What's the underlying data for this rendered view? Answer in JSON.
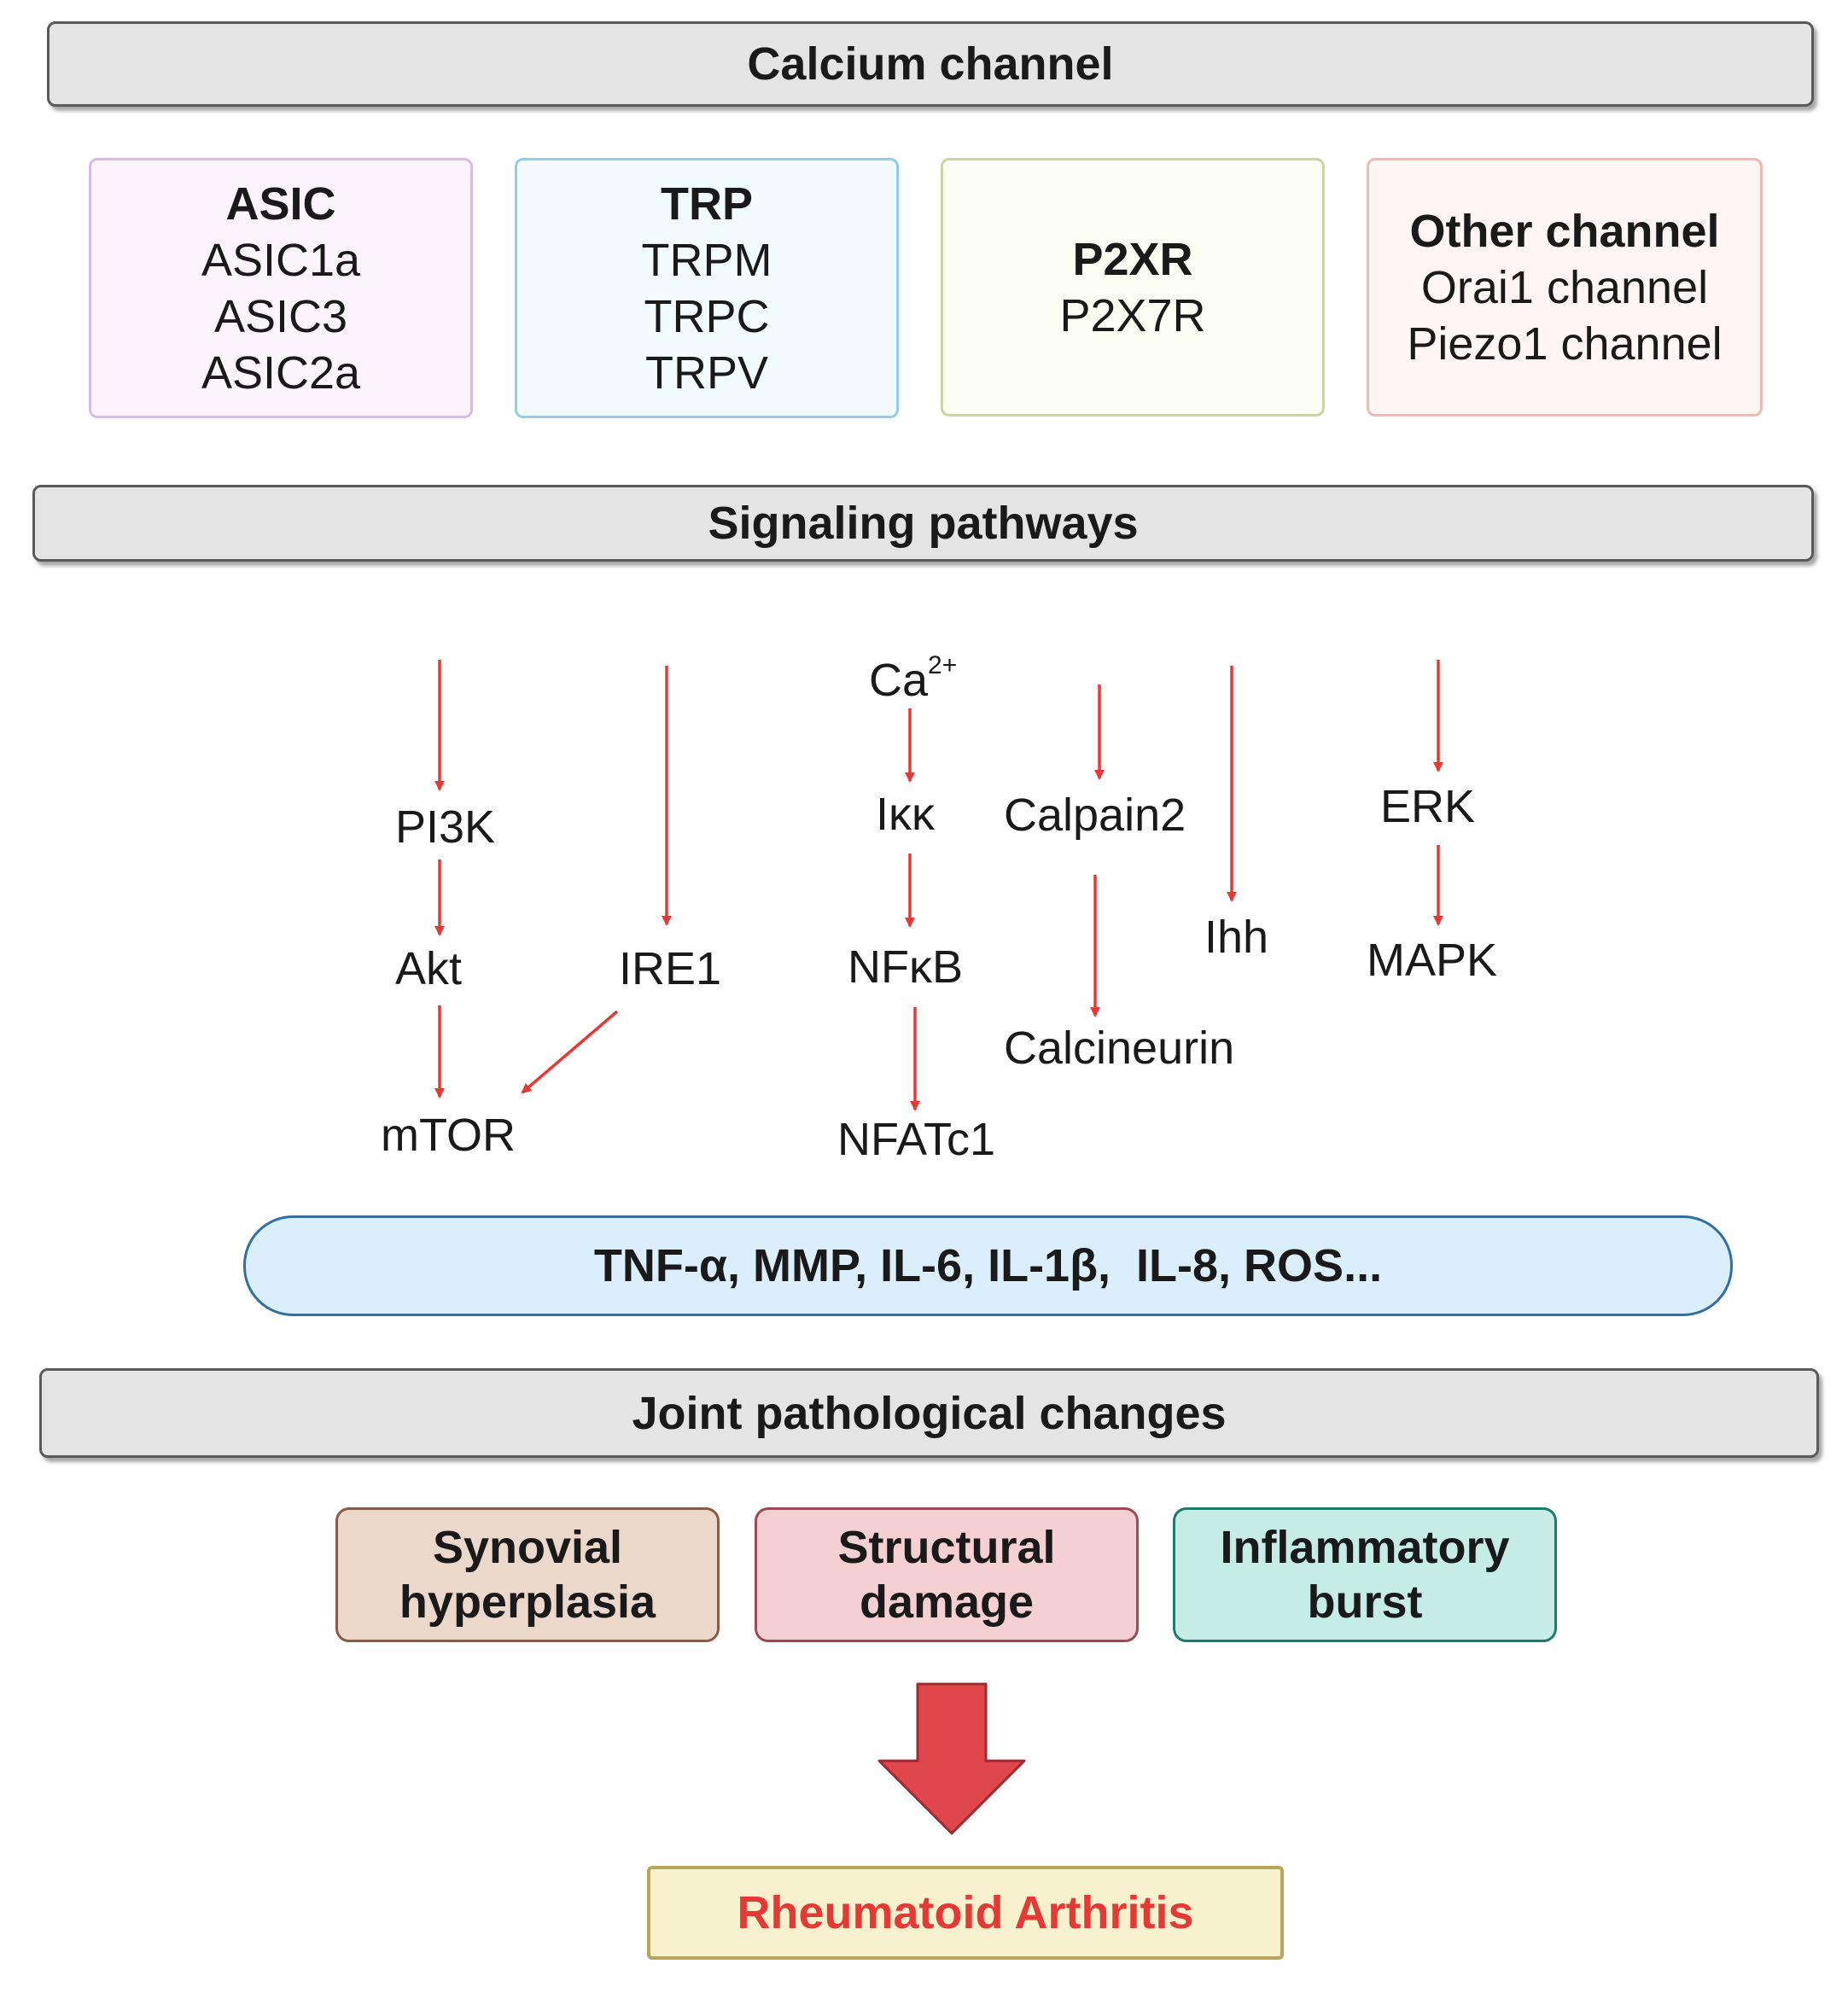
{
  "sections": {
    "calcium_channel": "Calcium channel",
    "signaling_pathways": "Signaling pathways",
    "joint_changes": "Joint pathological changes"
  },
  "channels": [
    {
      "title": "ASIC",
      "items": [
        "ASIC1a",
        "ASIC3",
        "ASIC2a"
      ],
      "fill": "#fbf4fd",
      "border": "#d9b8ea"
    },
    {
      "title": "TRP",
      "items": [
        "TRPM",
        "TRPC",
        "TRPV"
      ],
      "fill": "#f2fbfe",
      "border": "#8fd0e8"
    },
    {
      "title": "P2XR",
      "items": [
        "P2X7R"
      ],
      "fill": "#fbfcf2",
      "border": "#c9d79c"
    },
    {
      "title": "Other channel",
      "items": [
        "Orai1 channel",
        "Piezo1 channel"
      ],
      "fill": "#fff5f5",
      "border": "#f2b7b7"
    }
  ],
  "signaling": {
    "ca_base": "Ca",
    "ca_sup": "2+",
    "pi3k": "PI3K",
    "akt": "Akt",
    "mtor": "mTOR",
    "ire1": "IRE1",
    "ikk": "Iκκ",
    "nfkb": "NFκB",
    "nfatc1": "NFATc1",
    "calpain2": "Calpain2",
    "calcineurin": "Calcineurin",
    "ihh": "Ihh",
    "erk": "ERK",
    "mapk": "MAPK"
  },
  "mediators": "TNF-α, MMP, IL-6, IL-1β,  IL-8, ROS...",
  "pathology": [
    {
      "line1": "Synovial",
      "line2": "hyperplasia",
      "fill": "#ecd7cb",
      "border": "#8a5a44"
    },
    {
      "line1": "Structural",
      "line2": "damage",
      "fill": "#f5d0d3",
      "border": "#9a4a50"
    },
    {
      "line1": "Inflammatory",
      "line2": "burst",
      "fill": "#c6ece6",
      "border": "#1f7a6c"
    }
  ],
  "outcome": "Rheumatoid Arthritis",
  "colors": {
    "arrow": "#e53935",
    "big_arrow_fill": "#e0474c",
    "big_arrow_stroke": "#9e2a2e"
  }
}
